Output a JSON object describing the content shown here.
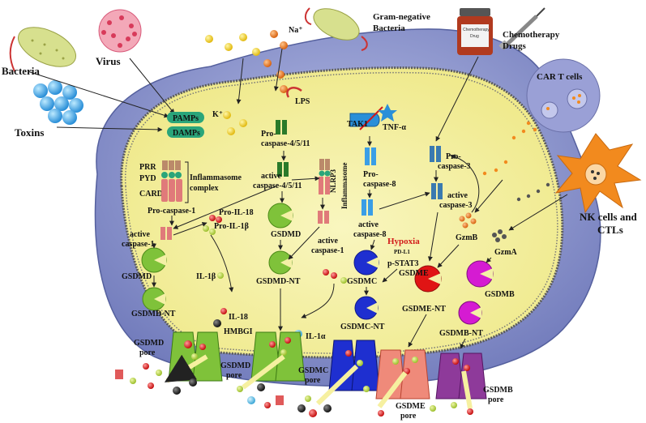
{
  "colors": {
    "extracellular_membrane": "#8e98cf",
    "cytoplasm": "#f4f0a6",
    "gsdmd_cleaved": "#7fc23a",
    "gsdmc": "#1e2fd0",
    "gsdme": "#e01414",
    "gsdmb": "#d51bd2",
    "hypoxia_text": "#d21a1a",
    "nk_cell": "#f28a1e",
    "car_t_cell": "#9aa0d6",
    "pamps_badge": "#2aa57a"
  },
  "icons": {
    "bacteria": "rod-bacterium-icon",
    "virus": "virus-icon",
    "toxins": "toxin-spheres-icon",
    "chemotherapy": "drug-vial-syringe-icon",
    "nk_cell": "star-cell-icon",
    "car_t": "round-cell-icon"
  },
  "labels": {
    "bacteria": "Bacteria",
    "virus": "Virus",
    "toxins": "Toxins",
    "gram_negative": "Gram-negative\nBacteria",
    "na": "Na⁺",
    "k": "K⁺",
    "lps": "LPS",
    "chemo": "Chemotherapy\nDrugs",
    "vial_text": "Chemotherapy\nDrug",
    "car_t": "CAR T cells",
    "nk": "NK cells  and\nCTLs",
    "pamps": "PAMPs",
    "damps": "DAMPs",
    "prr": "PRR",
    "pyd": "PYD",
    "card": "CARD",
    "inflammasome_complex": "Inflammasome\ncomplex",
    "pro_caspase_1": "Pro-caspase-1",
    "active_caspase_1_left": "active\ncaspase-1",
    "pro_il18": "Pro-IL-18",
    "pro_il1b": "Pro-IL-1β",
    "gsdmd_left": "GSDMD",
    "il1b": "IL-1β",
    "gsdmd_nt_left": "GSDMD-NT",
    "il18": "IL-18",
    "hmgb1": "HMBGI",
    "gsdmd_pore_left": "GSDMD\npore",
    "pro_caspase_4511": "Pro-\ncaspase-4/5/11",
    "active_caspase_4511": "active\ncaspase-4/5/11",
    "gsdmd_mid": "GSDMD",
    "gsdmd_nt_mid": "GSDMD-NT",
    "gsdmd_pore_mid": "GSDMD\npore",
    "nlrp3": "NLRP3",
    "inflammasome": "Inflammasome",
    "active_caspase_1_mid": "active\ncaspase-1",
    "il1a": "IL-1α",
    "tak1": "TAK1",
    "tnfa": "TNF-α",
    "pro_caspase_8": "Pro-\ncaspase-8",
    "active_caspase_8": "active\ncaspase-8",
    "hypoxia": "Hypoxia",
    "pdl1": "PD-L1",
    "pstat3": "p-STAT3",
    "gsdmc": "GSDMC",
    "gsdmc_nt": "GSDMC-NT",
    "gsdmc_pore": "GSDMC\npore",
    "pro_caspase_3": "Pro-\ncaspase-3",
    "active_caspase_3": "active\ncaspase-3",
    "gzmb": "GzmB",
    "gzma": "GzmA",
    "gsdme": "GSDME",
    "gsdme_nt": "GSDME-NT",
    "gsdme_pore": "GSDME\npore",
    "gsdmb": "GSDMB",
    "gsdmb_nt": "GSDMB-NT",
    "gsdmb_pore": "GSDMB\npore"
  }
}
